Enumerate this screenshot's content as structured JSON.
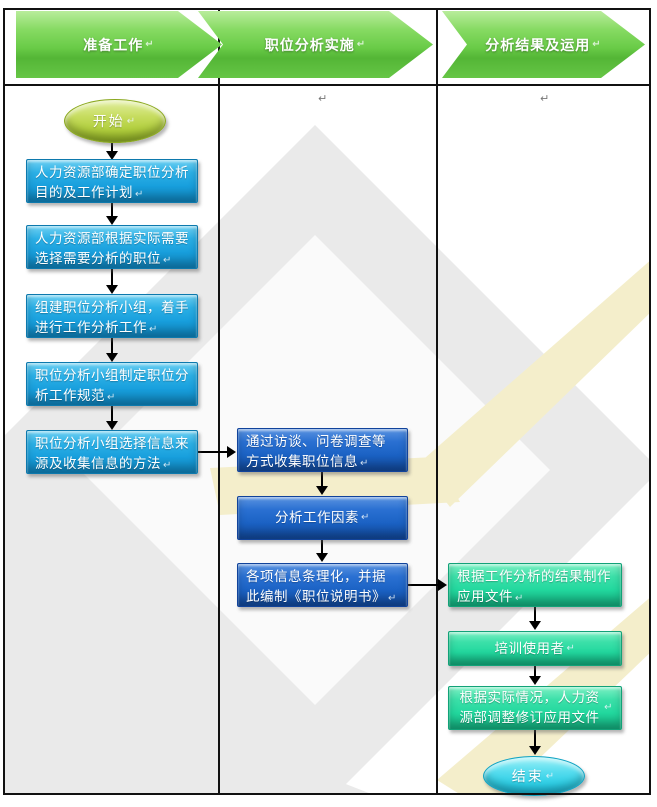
{
  "marks": {
    "pilcrow": "↵"
  },
  "header": {
    "lanes": [
      {
        "label": "准备工作"
      },
      {
        "label": "职位分析实施"
      },
      {
        "label": "分析结果及运用"
      }
    ]
  },
  "flow": {
    "start": "开始",
    "end": "结束",
    "prep": [
      "人力资源部确定职位分析目的及工作计划",
      "人力资源部根据实际需要选择需要分析的职位",
      "组建职位分析小组，着手进行工作分析工作",
      "职位分析小组制定职位分析工作规范",
      "职位分析小组选择信息来源及收集信息的方法"
    ],
    "impl": [
      "通过访谈、问卷调查等方式收集职位信息",
      "分析工作因素",
      "各项信息条理化，并据此编制《职位说明书》"
    ],
    "apply": [
      "根据工作分析的结果制作应用文件",
      "培训使用者",
      "根据实际情况，人力资源部调整修订应用文件"
    ]
  },
  "colors": {
    "lane_green": "#69cb47",
    "prep_blue": "#189fdd",
    "impl_blue": "#1b62c4",
    "apply_teal": "#22d89e",
    "start_fill": "#b2cf3e",
    "end_fill": "#2fcfe6",
    "connector": "#000000",
    "watermark_gray": "#eaeaea",
    "watermark_yellow": "#f4eecb"
  }
}
